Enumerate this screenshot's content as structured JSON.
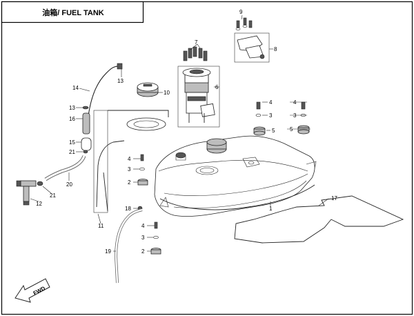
{
  "title": "油箱/ FUEL TANK",
  "arrow_label": "FWD",
  "callouts": {
    "c1": "1",
    "c2a": "2",
    "c2b": "2",
    "c3a": "3",
    "c3b": "3",
    "c3c": "3",
    "c3d": "3",
    "c4a": "4",
    "c4b": "4",
    "c4c": "4",
    "c4d": "4",
    "c5a": "5",
    "c5b": "5",
    "c6": "6",
    "c7": "7",
    "c8": "8",
    "c9": "9",
    "c10": "10",
    "c11": "11",
    "c12": "12",
    "c13a": "13",
    "c13b": "13",
    "c14": "14",
    "c15": "15",
    "c16": "16",
    "c17": "17",
    "c18": "18",
    "c19": "19",
    "c20": "20",
    "c21a": "21",
    "c21b": "21"
  }
}
